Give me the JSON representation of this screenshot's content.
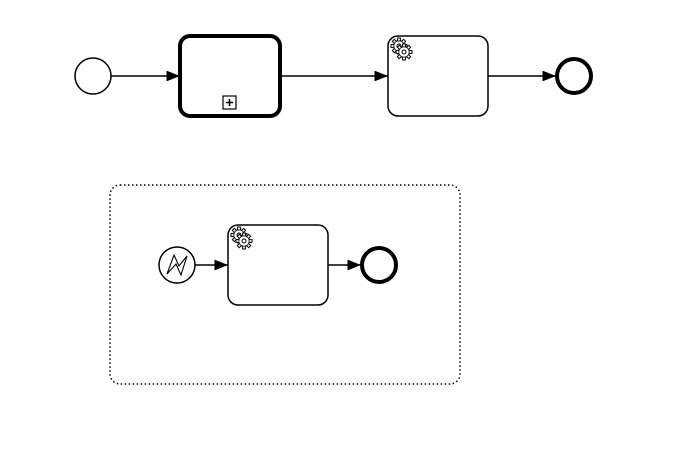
{
  "diagram": {
    "notation": "BPMN",
    "colors": {
      "stroke": "#000000",
      "fill": "#ffffff"
    },
    "main_flow": {
      "start_event": {
        "kind": "start-event",
        "label": ""
      },
      "collapsed_subprocess": {
        "kind": "call-activity",
        "marker": "plus",
        "label": ""
      },
      "service_task": {
        "kind": "service-task",
        "icon": "gear-icon",
        "label": ""
      },
      "end_event": {
        "kind": "end-event",
        "label": ""
      }
    },
    "event_subprocess": {
      "kind": "event-subprocess",
      "border": "dotted",
      "start_event": {
        "kind": "error-start-event",
        "icon": "lightning-icon",
        "label": ""
      },
      "service_task": {
        "kind": "service-task",
        "icon": "gear-icon",
        "label": ""
      },
      "end_event": {
        "kind": "end-event",
        "label": ""
      }
    }
  }
}
